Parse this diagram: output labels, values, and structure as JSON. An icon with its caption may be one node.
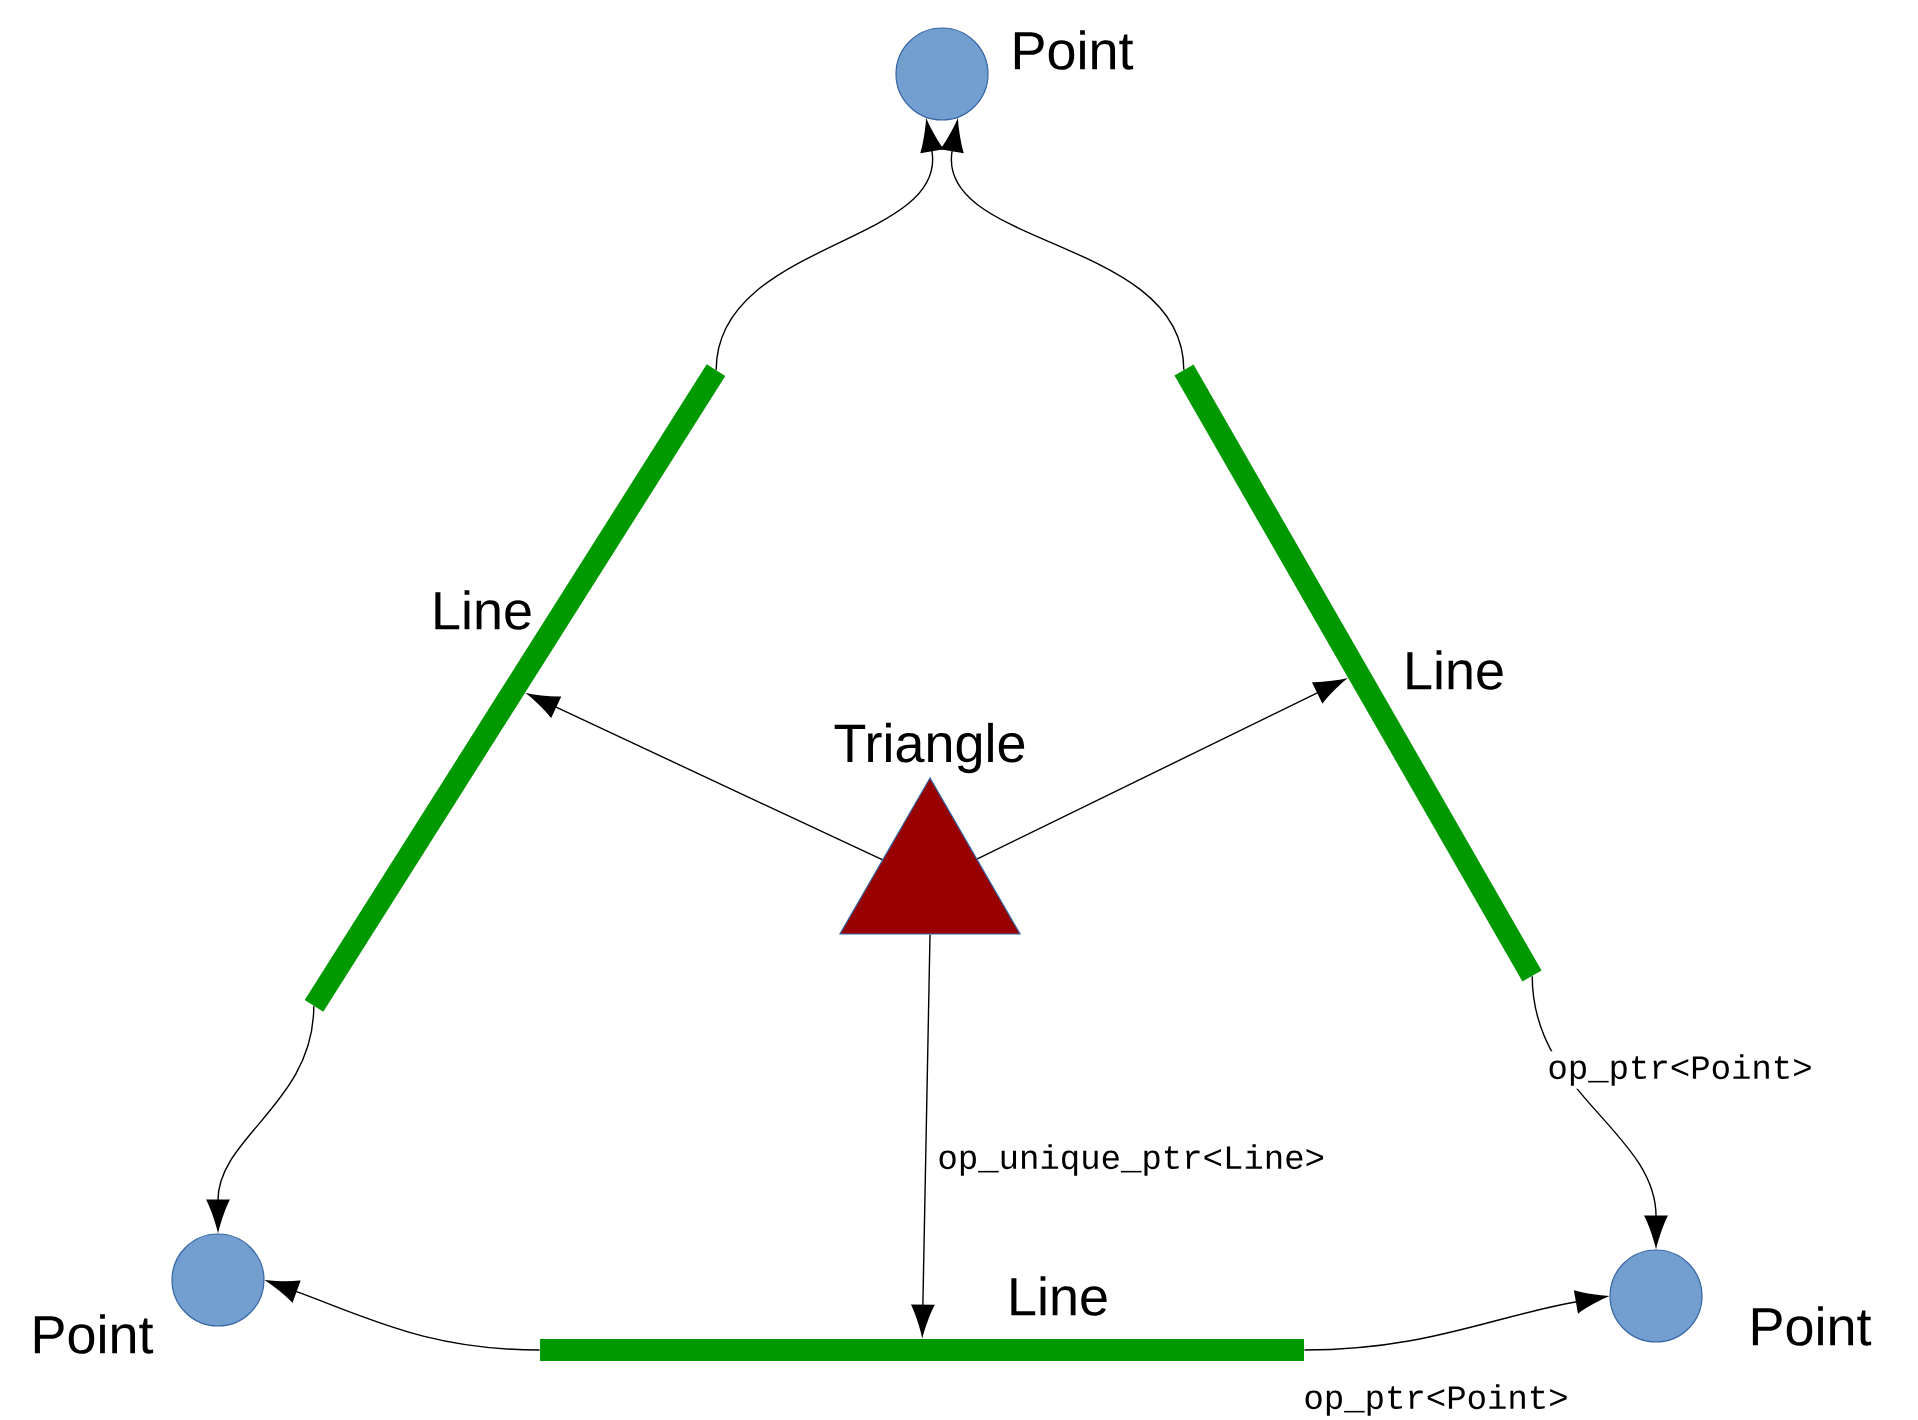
{
  "diagram": {
    "nodes": [
      {
        "text": [
          "Triangle"
        ]
      },
      {
        "text": [
          "Line"
        ]
      },
      {
        "text": [
          "Line"
        ]
      },
      {
        "text": [
          "Line"
        ]
      },
      {
        "text": [
          "Point"
        ]
      },
      {
        "text": [
          "Point"
        ]
      },
      {
        "text": [
          "Point"
        ]
      }
    ],
    "edges": [
      {
        "from": 0,
        "to": 1,
        "arrow": "to"
      },
      {
        "from": 0,
        "to": 2,
        "arrow": "to"
      },
      {
        "from": 0,
        "to": 3,
        "arrow": "to",
        "label": "op_unique_ptr<Line>"
      },
      {
        "from": 1,
        "to": 4,
        "arrow": "to"
      },
      {
        "from": 2,
        "to": 4,
        "arrow": "to"
      },
      {
        "from": 1,
        "to": 5,
        "arrow": "to"
      },
      {
        "from": 2,
        "to": 6,
        "arrow": "to",
        "label": "op_ptr<Point>"
      },
      {
        "from": 3,
        "to": 5,
        "arrow": "to"
      },
      {
        "from": 3,
        "to": 6,
        "arrow": "to",
        "label": "op_ptr<Point>"
      }
    ]
  }
}
